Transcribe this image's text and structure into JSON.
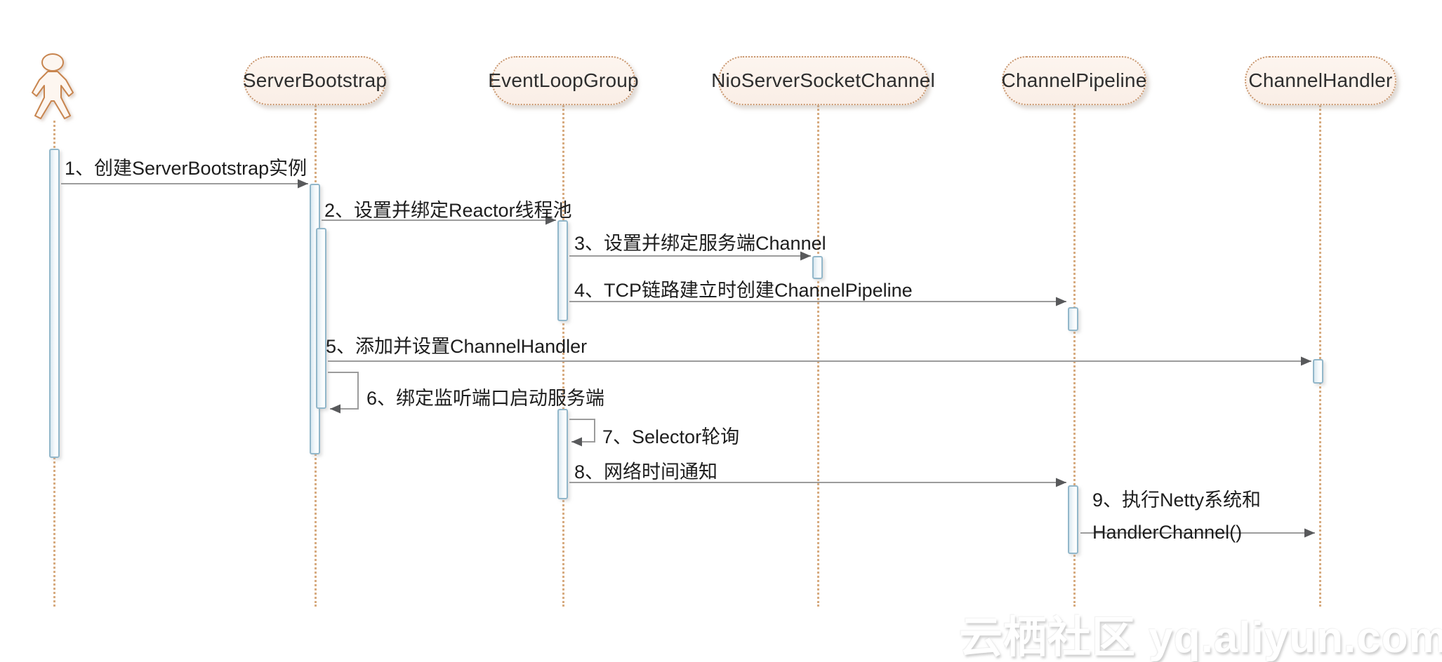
{
  "diagram": {
    "title_none": "",
    "actor": {
      "name": "user-actor"
    },
    "lifelines": [
      {
        "id": "server-bootstrap",
        "label": "ServerBootstrap"
      },
      {
        "id": "event-loop-group",
        "label": "EventLoopGroup"
      },
      {
        "id": "nio-server-socket-channel",
        "label": "NioServerSocketChannel"
      },
      {
        "id": "channel-pipeline",
        "label": "ChannelPipeline"
      },
      {
        "id": "channel-handler",
        "label": "ChannelHandler"
      }
    ],
    "messages": [
      {
        "num": 1,
        "label": "1、创建ServerBootstrap实例",
        "from": "actor",
        "to": "server-bootstrap",
        "kind": "call"
      },
      {
        "num": 2,
        "label": "2、设置并绑定Reactor线程池",
        "from": "server-bootstrap",
        "to": "event-loop-group",
        "kind": "call"
      },
      {
        "num": 3,
        "label": "3、设置并绑定服务端Channel",
        "from": "event-loop-group",
        "to": "nio-server-socket-channel",
        "kind": "call"
      },
      {
        "num": 4,
        "label": "4、TCP链路建立时创建ChannelPipeline",
        "from": "event-loop-group",
        "to": "channel-pipeline",
        "kind": "call"
      },
      {
        "num": 5,
        "label": "5、添加并设置ChannelHandler",
        "from": "server-bootstrap",
        "to": "channel-handler",
        "kind": "call"
      },
      {
        "num": 6,
        "label": "6、绑定监听端口启动服务端",
        "from": "server-bootstrap",
        "to": "server-bootstrap",
        "kind": "self"
      },
      {
        "num": 7,
        "label": "7、Selector轮询",
        "from": "event-loop-group",
        "to": "event-loop-group",
        "kind": "self"
      },
      {
        "num": 8,
        "label": "8、网络时间通知",
        "from": "event-loop-group",
        "to": "channel-pipeline",
        "kind": "call"
      },
      {
        "num": 9,
        "label": "9、执行Netty系统和",
        "label2": "HandlerChannel()",
        "from": "channel-pipeline",
        "to": "channel-handler",
        "kind": "call"
      }
    ],
    "colors": {
      "pill_fill": "#fdf3ec",
      "pill_border": "#c9976f",
      "lifeline": "#d7ab80",
      "activation_border": "#92b7ca",
      "activation_fill": "#d9e8f0",
      "arrow_line": "#9c9c9c",
      "arrow_head": "#58595b",
      "text": "#1d1d1d"
    },
    "watermark": "云栖社区 yq.aliyun.com"
  }
}
